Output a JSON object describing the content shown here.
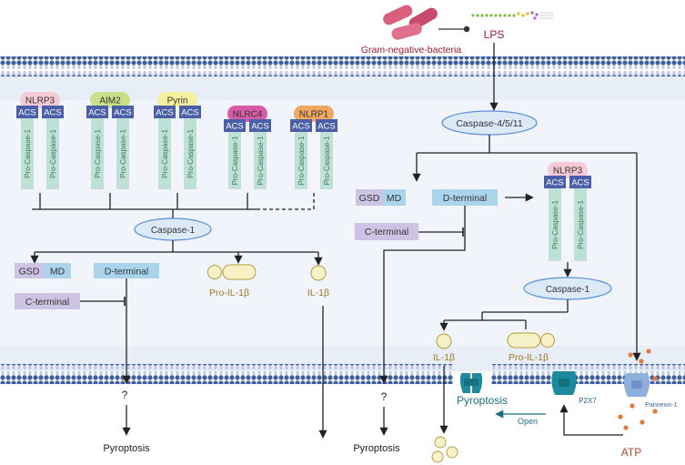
{
  "bacteria_label": "Gram-negative-bacteria",
  "lps_label": "LPS",
  "left": {
    "inflammasomes": [
      {
        "name": "NLRP3",
        "color": "#f6c9d6"
      },
      {
        "name": "AIM2",
        "color": "#c8e08a"
      },
      {
        "name": "Pyrin",
        "color": "#f5f0a0"
      },
      {
        "name": "NLRC4",
        "color": "#d85ca9"
      },
      {
        "name": "NLRP1",
        "color": "#f0a860"
      }
    ],
    "acs_label": "ACS",
    "pro_caspase_label": "Pro-Caspase-1",
    "caspase1_label": "Caspase-1",
    "gsd_label": "GSD",
    "md_label": "MD",
    "d_terminal_label": "D-terminal",
    "c_terminal_label": "C-terminal",
    "pro_il1b_label": "Pro-IL-1β",
    "il1b_label": "IL-1β",
    "question_mark": "?",
    "pyroptosis_label": "Pyroptosis"
  },
  "right": {
    "caspase_4511_label": "Caspase-4/5/11",
    "gsd_label": "GSD",
    "md_label": "MD",
    "d_terminal_label": "D-terminal",
    "c_terminal_label": "C-terminal",
    "nlrp3_label": "NLRP3",
    "acs_label": "ACS",
    "pro_caspase_label": "Pro-Caspase-1",
    "caspase1_label": "Caspase-1",
    "il1b_label": "IL-1β",
    "pro_il1b_label": "Pro-IL-1β",
    "question_mark": "?",
    "pyroptosis_label": "Pyroptosis",
    "pyroptosis_channel_label": "Pyroptosis",
    "open_label": "Open",
    "p2x7_label": "P2X7",
    "pannexin_label": "Pannexin-1",
    "atp_label": "ATP"
  },
  "colors": {
    "acs": "#4a5fa8",
    "procaspase": "#bfe0d4",
    "ellipse_fill": "#dce9f7",
    "ellipse_stroke": "#5b8fd6",
    "gsd": "#cdc3e3",
    "md": "#a9d4ec",
    "dterm": "#a9d4ec",
    "cterm": "#cdc3e3",
    "il_fill": "#f7f1c7",
    "il_stroke": "#b59a3a",
    "membrane": "#3f5f9e",
    "channel": "#1e8aa0",
    "atp": "#e07a3e",
    "lps_red": "#9b1b2c",
    "cytoplasm": "#e8eef7"
  }
}
